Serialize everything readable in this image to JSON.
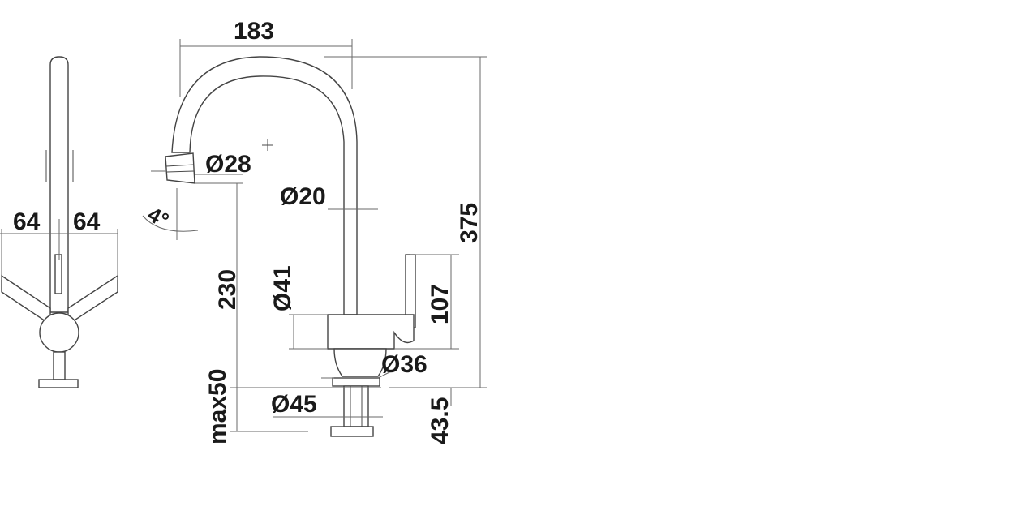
{
  "drawing": {
    "side_view": {
      "dim_left": "64",
      "dim_right": "64"
    },
    "front_view": {
      "spout_reach": "183",
      "total_height": "375",
      "spout_outlet_height": "230",
      "lever_height": "107",
      "max_counter_thickness": "max50",
      "shank_length": "43.5",
      "spout_head_diameter": "Ø28",
      "spout_tube_diameter": "Ø20",
      "body_diameter": "Ø41",
      "base_diameter": "Ø36",
      "fixing_diameter": "Ø45",
      "swivel_angle": "4°"
    }
  }
}
